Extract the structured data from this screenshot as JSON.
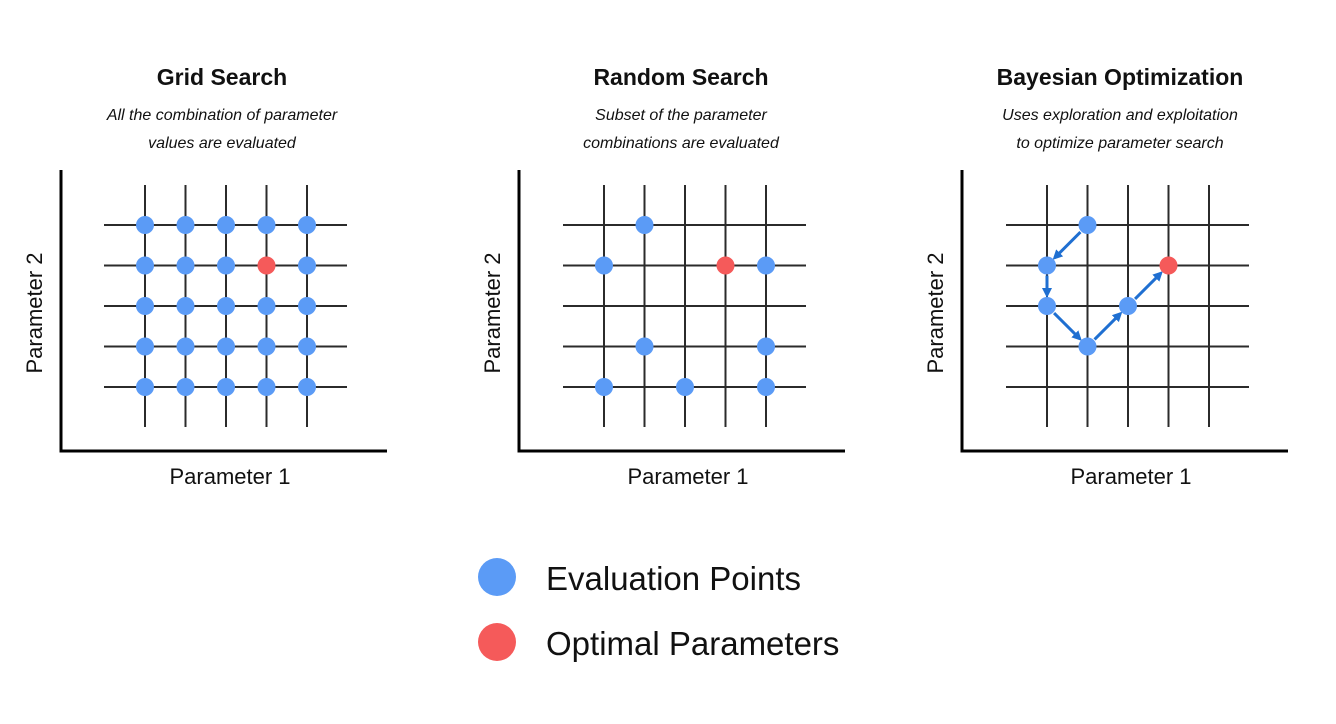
{
  "colors": {
    "evaluation": "#5b9bf6",
    "optimal": "#f55a5a",
    "arrow": "#1f6fd1",
    "grid": "#2b2b2b",
    "axis": "#000000"
  },
  "panels": [
    {
      "title": "Grid Search",
      "subtitle": [
        "All the combination of parameter",
        "values are evaluated"
      ],
      "xlabel": "Parameter 1",
      "ylabel": "Parameter 2",
      "points": [
        {
          "col": 1,
          "row": 1,
          "kind": "evaluation"
        },
        {
          "col": 2,
          "row": 1,
          "kind": "evaluation"
        },
        {
          "col": 3,
          "row": 1,
          "kind": "evaluation"
        },
        {
          "col": 4,
          "row": 1,
          "kind": "evaluation"
        },
        {
          "col": 5,
          "row": 1,
          "kind": "evaluation"
        },
        {
          "col": 1,
          "row": 2,
          "kind": "evaluation"
        },
        {
          "col": 2,
          "row": 2,
          "kind": "evaluation"
        },
        {
          "col": 3,
          "row": 2,
          "kind": "evaluation"
        },
        {
          "col": 4,
          "row": 2,
          "kind": "optimal"
        },
        {
          "col": 5,
          "row": 2,
          "kind": "evaluation"
        },
        {
          "col": 1,
          "row": 3,
          "kind": "evaluation"
        },
        {
          "col": 2,
          "row": 3,
          "kind": "evaluation"
        },
        {
          "col": 3,
          "row": 3,
          "kind": "evaluation"
        },
        {
          "col": 4,
          "row": 3,
          "kind": "evaluation"
        },
        {
          "col": 5,
          "row": 3,
          "kind": "evaluation"
        },
        {
          "col": 1,
          "row": 4,
          "kind": "evaluation"
        },
        {
          "col": 2,
          "row": 4,
          "kind": "evaluation"
        },
        {
          "col": 3,
          "row": 4,
          "kind": "evaluation"
        },
        {
          "col": 4,
          "row": 4,
          "kind": "evaluation"
        },
        {
          "col": 5,
          "row": 4,
          "kind": "evaluation"
        },
        {
          "col": 1,
          "row": 5,
          "kind": "evaluation"
        },
        {
          "col": 2,
          "row": 5,
          "kind": "evaluation"
        },
        {
          "col": 3,
          "row": 5,
          "kind": "evaluation"
        },
        {
          "col": 4,
          "row": 5,
          "kind": "evaluation"
        },
        {
          "col": 5,
          "row": 5,
          "kind": "evaluation"
        }
      ],
      "path": []
    },
    {
      "title": "Random Search",
      "subtitle": [
        "Subset of the parameter",
        "combinations are evaluated"
      ],
      "xlabel": "Parameter 1",
      "ylabel": "Parameter 2",
      "points": [
        {
          "col": 2,
          "row": 1,
          "kind": "evaluation"
        },
        {
          "col": 1,
          "row": 2,
          "kind": "evaluation"
        },
        {
          "col": 4,
          "row": 2,
          "kind": "optimal"
        },
        {
          "col": 5,
          "row": 2,
          "kind": "evaluation"
        },
        {
          "col": 2,
          "row": 4,
          "kind": "evaluation"
        },
        {
          "col": 5,
          "row": 4,
          "kind": "evaluation"
        },
        {
          "col": 1,
          "row": 5,
          "kind": "evaluation"
        },
        {
          "col": 3,
          "row": 5,
          "kind": "evaluation"
        },
        {
          "col": 5,
          "row": 5,
          "kind": "evaluation"
        }
      ],
      "path": []
    },
    {
      "title": "Bayesian Optimization",
      "subtitle": [
        "Uses exploration and exploitation",
        "to optimize parameter search"
      ],
      "xlabel": "Parameter 1",
      "ylabel": "Parameter 2",
      "points": [
        {
          "col": 2,
          "row": 1,
          "kind": "evaluation"
        },
        {
          "col": 1,
          "row": 2,
          "kind": "evaluation"
        },
        {
          "col": 1,
          "row": 3,
          "kind": "evaluation"
        },
        {
          "col": 2,
          "row": 4,
          "kind": "evaluation"
        },
        {
          "col": 3,
          "row": 3,
          "kind": "evaluation"
        },
        {
          "col": 4,
          "row": 2,
          "kind": "optimal"
        }
      ],
      "path": [
        [
          2,
          1
        ],
        [
          1,
          2
        ],
        [
          1,
          3
        ],
        [
          2,
          4
        ],
        [
          3,
          3
        ],
        [
          4,
          2
        ]
      ]
    }
  ],
  "legend": [
    {
      "label": "Evaluation Points",
      "kind": "evaluation"
    },
    {
      "label": "Optimal Parameters",
      "kind": "optimal"
    }
  ]
}
